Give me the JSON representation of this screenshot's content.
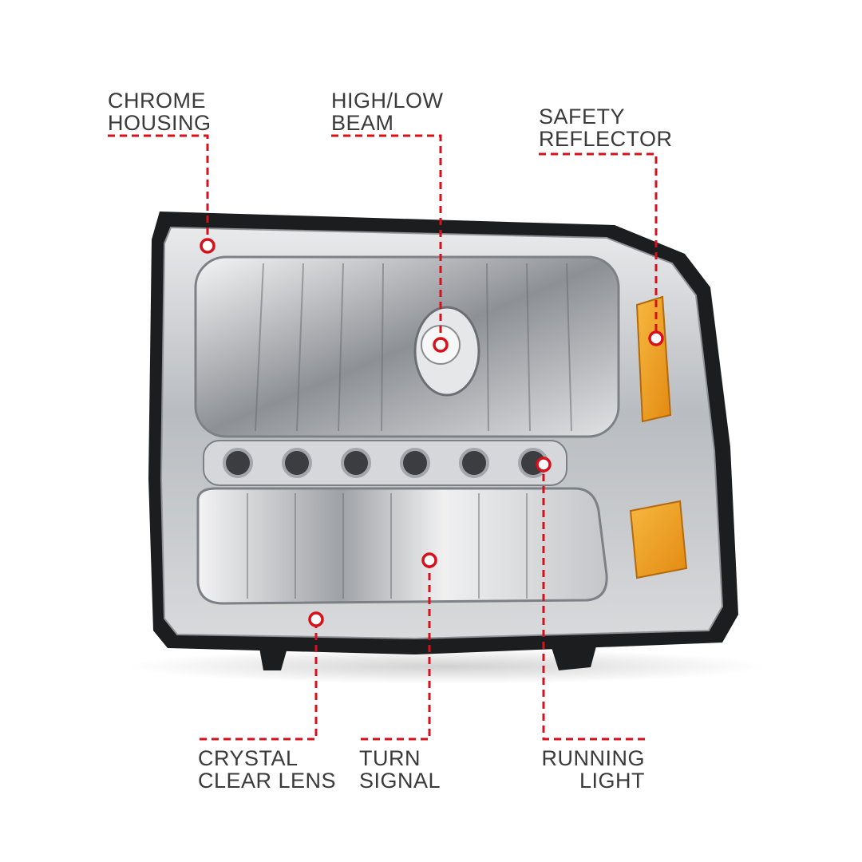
{
  "callouts": {
    "chrome_housing": {
      "line1": "CHROME",
      "line2": "HOUSING"
    },
    "high_low_beam": {
      "line1": "HIGH/LOW",
      "line2": "BEAM"
    },
    "safety_reflector": {
      "line1": "SAFETY",
      "line2": "REFLECTOR"
    },
    "crystal_clear_lens": {
      "line1": "CRYSTAL",
      "line2": "CLEAR LENS"
    },
    "turn_signal": {
      "line1": "TURN",
      "line2": "SIGNAL"
    },
    "running_light": {
      "line1": "RUNNING",
      "line2": "LIGHT"
    }
  },
  "colors": {
    "callout_red": "#d7111b",
    "label_text": "#3a3a3a",
    "amber_reflector": "#f0a020",
    "chrome": "#c8cacc"
  },
  "product": {
    "image_subject": "headlight-assembly",
    "led_count": 6
  }
}
